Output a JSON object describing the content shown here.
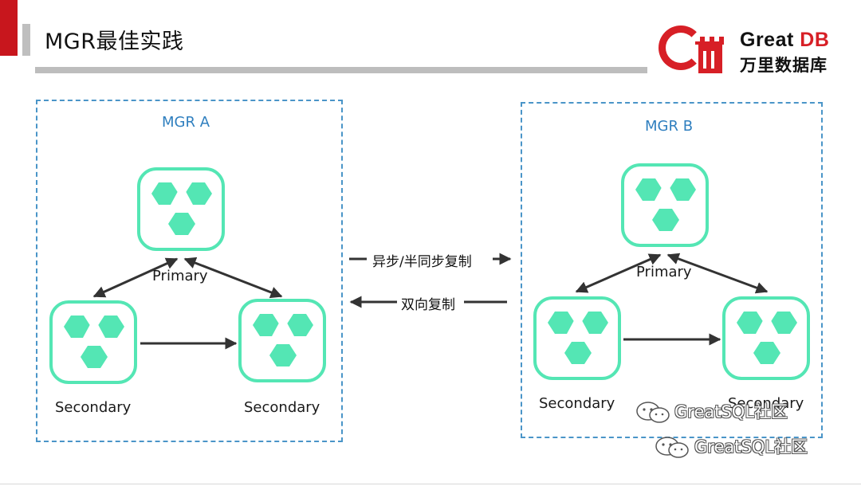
{
  "slide": {
    "title": "MGR最佳实践"
  },
  "logo": {
    "en_main": "Great ",
    "en_db": "DB",
    "cn": "万里数据库"
  },
  "clusters": [
    {
      "title": "MGR A",
      "primary_label": "Primary",
      "secondary_left_label": "Secondary",
      "secondary_right_label": "Secondary"
    },
    {
      "title": "MGR B",
      "primary_label": "Primary",
      "secondary_left_label": "Secondary",
      "secondary_right_label": "Secondary"
    }
  ],
  "replication": {
    "top_label": "异步/半同步复制",
    "bottom_label": "双向复制"
  },
  "watermark": {
    "text": "GreatSQL社区"
  },
  "colors": {
    "accent_red": "#c8161d",
    "node_green": "#54e6b4",
    "box_blue": "#4a95c8"
  }
}
